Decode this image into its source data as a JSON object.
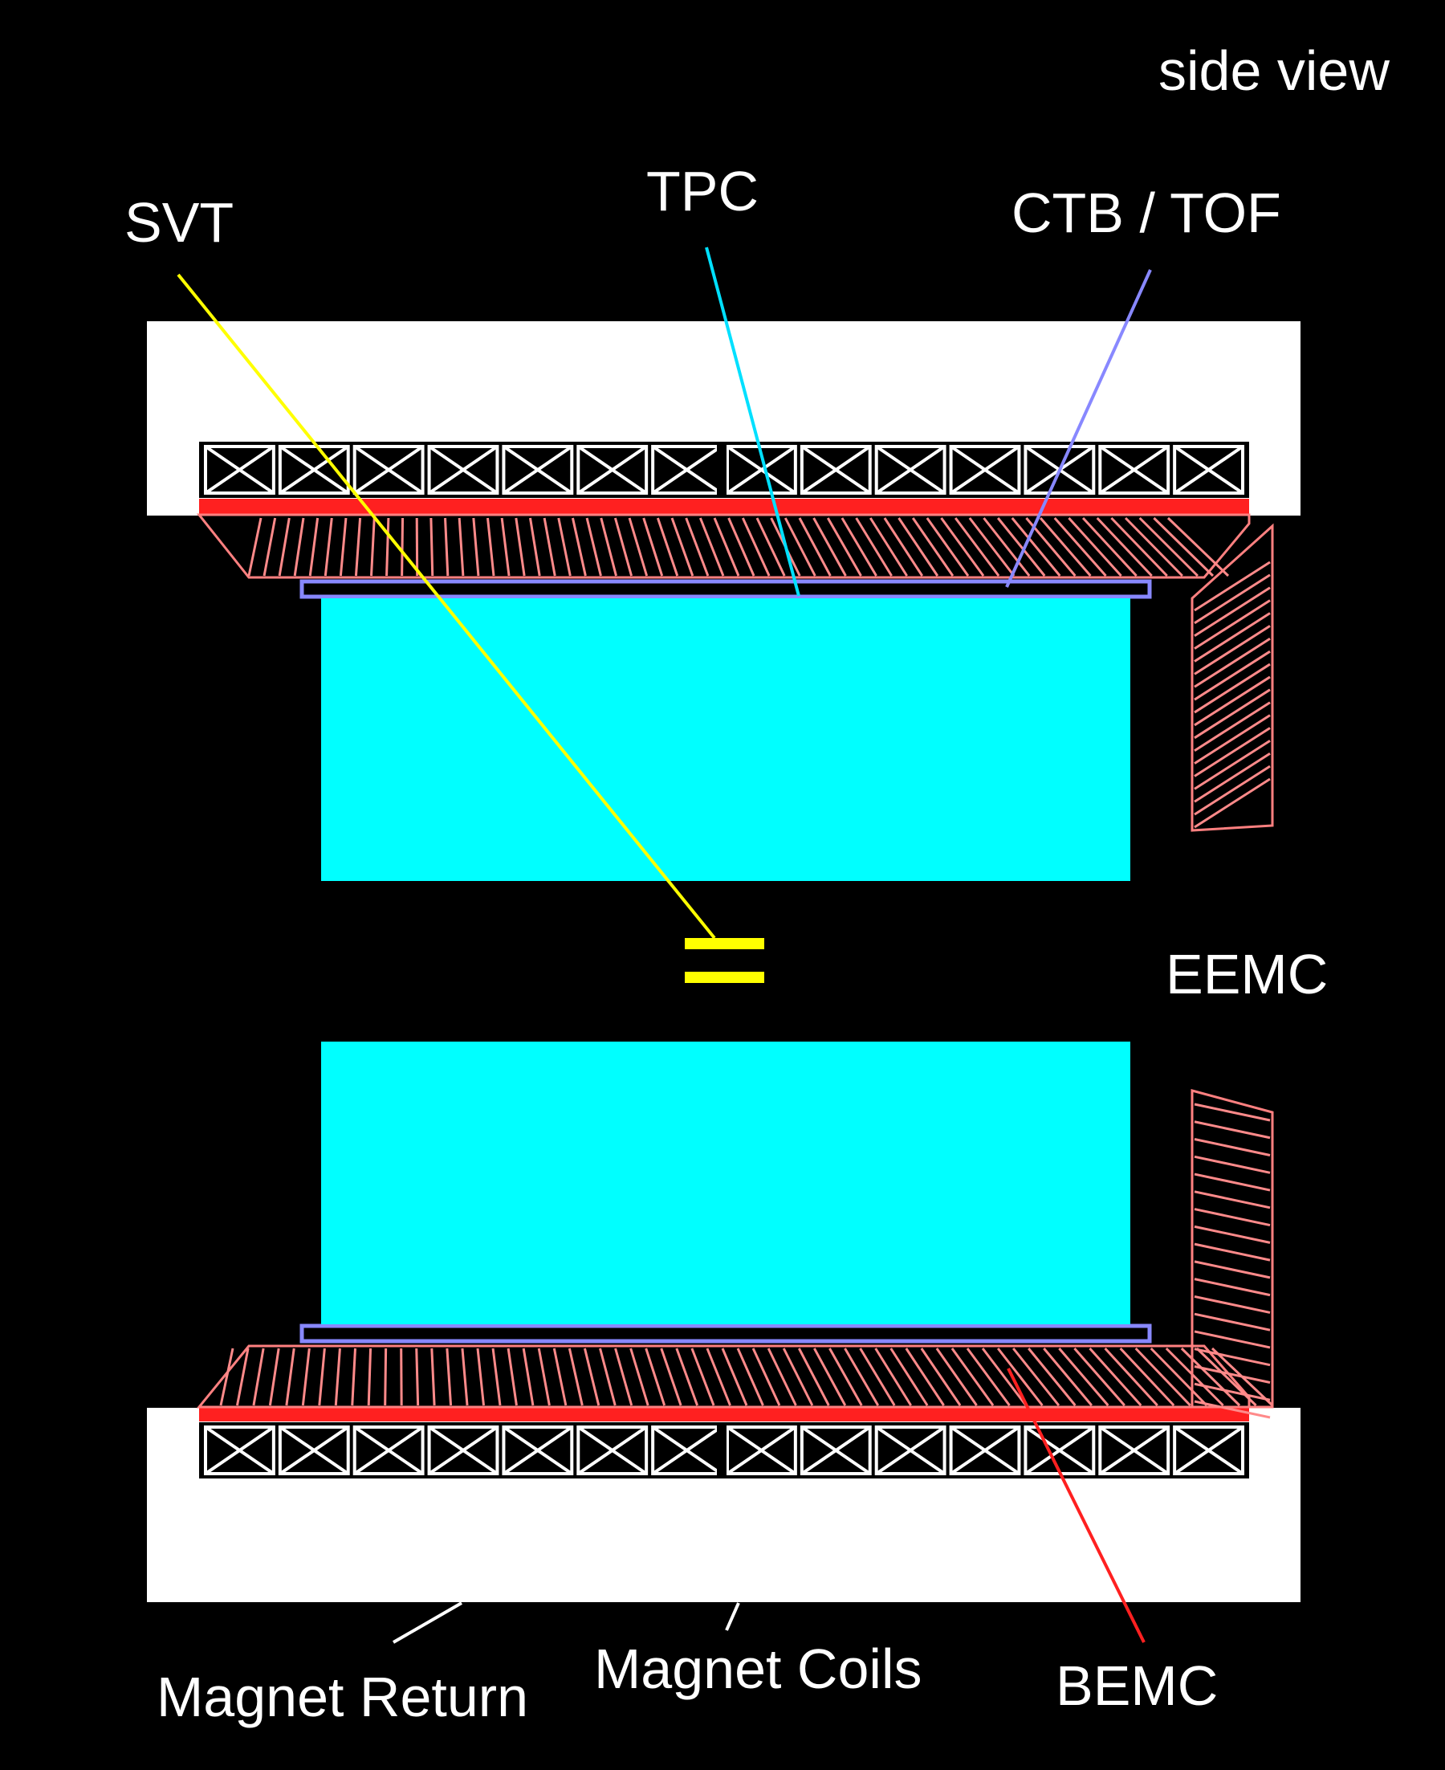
{
  "labels": {
    "side_view": "side view",
    "svt": "SVT",
    "tpc": "TPC",
    "ctb_tof": "CTB / TOF",
    "eemc": "EEMC",
    "bemc": "BEMC",
    "magnet_return": "Magnet Return",
    "magnet_coils": "Magnet Coils"
  },
  "colors": {
    "background": "#000000",
    "magnet_return": "#ffffff",
    "tpc": "#00ffff",
    "bemc": "#ff3030",
    "bemc_hatch": "#ff8080",
    "ctb_tof": "#8888ff",
    "svt": "#ffff00",
    "coil": "#ffffff"
  }
}
